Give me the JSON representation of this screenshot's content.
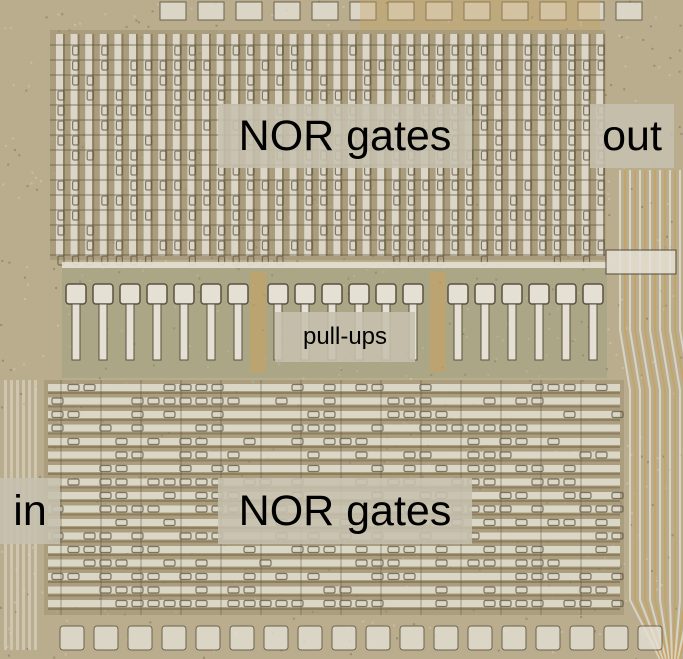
{
  "labels": {
    "nor_top": "NOR gates",
    "out": "out",
    "pullups": "pull-ups",
    "in": "in",
    "nor_bottom": "NOR gates"
  },
  "colors": {
    "substrate": "#b9ad8e",
    "metal": "#e4e0d4",
    "poly": "#7b6a4a",
    "diffusion": "#9c8f70",
    "dark_trace": "#5b5140",
    "label_bg": "#c6c0ae",
    "copper": "#c9a25e",
    "green_tint": "#8f9a78"
  }
}
